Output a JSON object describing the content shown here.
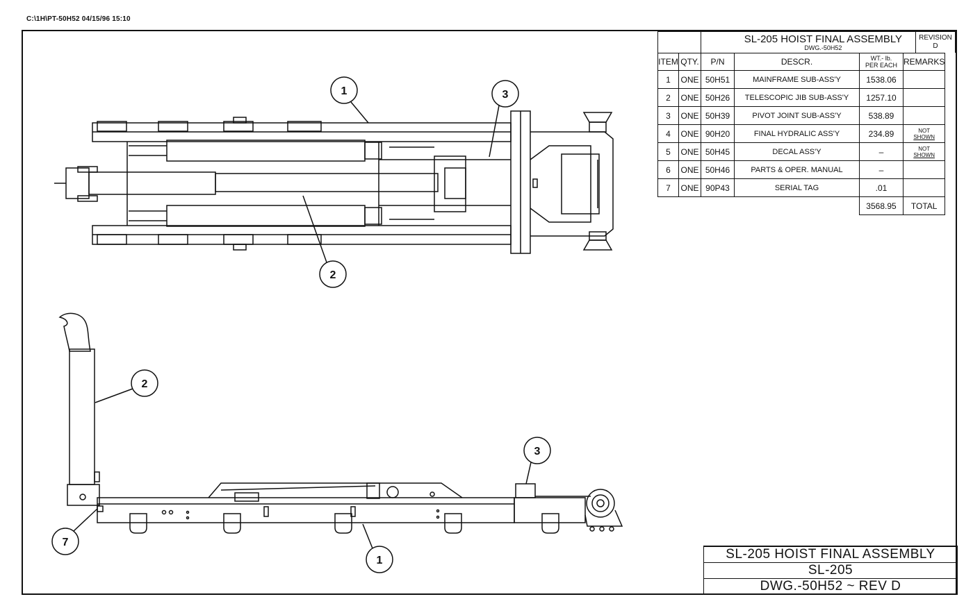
{
  "header": {
    "file_path": "C:\\1H\\PT-50H52  04/15/96 15:10"
  },
  "bom": {
    "title": "SL-205 HOIST FINAL ASSEMBLY",
    "subtitle": "DWG.-50H52",
    "revision_label": "REVISION",
    "revision_value": "D",
    "columns": {
      "item": "ITEM",
      "qty": "QTY.",
      "pn": "P/N",
      "descr": "DESCR.",
      "wt_line1": "WT.- lb.",
      "wt_line2": "PER EACH",
      "remarks": "REMARKS"
    },
    "rows": [
      {
        "item": "1",
        "qty": "ONE",
        "pn": "50H51",
        "descr": "MAINFRAME SUB-ASS'Y",
        "wt": "1538.06",
        "remarks1": "",
        "remarks2": ""
      },
      {
        "item": "2",
        "qty": "ONE",
        "pn": "50H26",
        "descr": "TELESCOPIC JIB SUB-ASS'Y",
        "wt": "1257.10",
        "remarks1": "",
        "remarks2": ""
      },
      {
        "item": "3",
        "qty": "ONE",
        "pn": "50H39",
        "descr": "PIVOT JOINT SUB-ASS'Y",
        "wt": "538.89",
        "remarks1": "",
        "remarks2": ""
      },
      {
        "item": "4",
        "qty": "ONE",
        "pn": "90H20",
        "descr": "FINAL HYDRALIC ASS'Y",
        "wt": "234.89",
        "remarks1": "NOT",
        "remarks2": "SHOWN"
      },
      {
        "item": "5",
        "qty": "ONE",
        "pn": "50H45",
        "descr": "DECAL ASS'Y",
        "wt": "–",
        "remarks1": "NOT",
        "remarks2": "SHOWN"
      },
      {
        "item": "6",
        "qty": "ONE",
        "pn": "50H46",
        "descr": "PARTS & OPER. MANUAL",
        "wt": "–",
        "remarks1": "",
        "remarks2": ""
      },
      {
        "item": "7",
        "qty": "ONE",
        "pn": "90P43",
        "descr": "SERIAL TAG",
        "wt": ".01",
        "remarks1": "",
        "remarks2": ""
      }
    ],
    "total_value": "3568.95",
    "total_label": "TOTAL"
  },
  "title_block": {
    "line1": "SL-205 HOIST FINAL ASSEMBLY",
    "line2": "SL-205",
    "line3": "DWG.-50H52 ~ REV D"
  },
  "balloons": {
    "top_1": "1",
    "top_2": "2",
    "top_3": "3",
    "side_1": "1",
    "side_2": "2",
    "side_3": "3",
    "side_7": "7"
  }
}
